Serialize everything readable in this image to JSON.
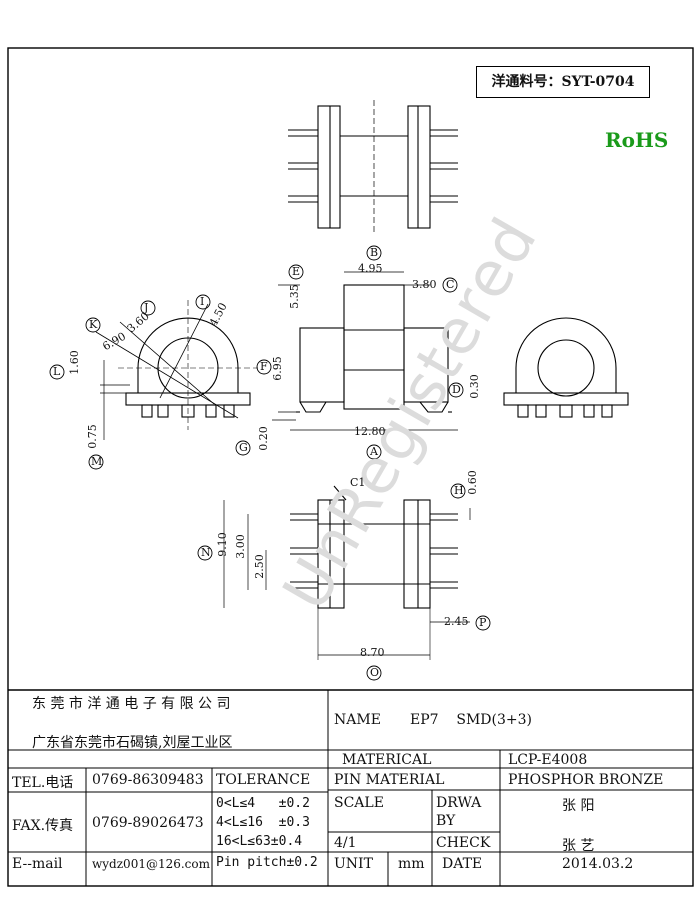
{
  "part_label": "洋通料号：SYT-0704",
  "rohs": "RoHS",
  "watermark": "UnRegistered",
  "drawing": {
    "dims": {
      "B": "4.95",
      "C": "3.80",
      "E": "5.35",
      "F": "6.95",
      "D": "0.30",
      "A": "12.80",
      "G": "0.20",
      "L": "1.60",
      "M": "0.75",
      "I": "4.50",
      "J": "3.60",
      "K": "6.90",
      "H": "0.60",
      "N": "9.10",
      "three": "3.00",
      "two5": "2.50",
      "P": "2.45",
      "O": "8.70",
      "C1": "C1"
    },
    "letters": [
      "A",
      "B",
      "C",
      "D",
      "E",
      "F",
      "G",
      "H",
      "I",
      "J",
      "K",
      "L",
      "M",
      "N",
      "O",
      "P"
    ]
  },
  "title_block": {
    "company": "东 莞 市 洋 通 电 子 有 限 公 司",
    "address": "广东省东莞市石碣镇,刘屋工业区",
    "name_label": "NAME",
    "name_value": "EP7    SMD(3+3)",
    "material_label": "MATERICAL",
    "material_value": "LCP-E4008",
    "pin_material_label": "PIN MATERIAL",
    "pin_material_value": "PHOSPHOR BRONZE",
    "tel_label": "TEL.电话",
    "tel_value": "0769-86309483",
    "tolerance_label": "TOLERANCE",
    "fax_label": "FAX.传真",
    "fax_value": "0769-89026473",
    "tol_1": "0<L≤4   ±0.2",
    "tol_2": "4<L≤16  ±0.3",
    "tol_3": "16<L≤63±0.4",
    "tol_4": "Pin pitch±0.2",
    "scale_label": "SCALE",
    "scale_value": "4/1",
    "drawn_label_1": "DRWA",
    "drawn_label_2": "BY",
    "drawn_value": "张 阳",
    "check_label": "CHECK",
    "check_value": "张 艺",
    "email_label": "E--mail",
    "email_value": "wydz001@126.com",
    "unit_label": "UNIT",
    "unit_value": "mm",
    "date_label": "DATE",
    "date_value": "2014.03.2"
  }
}
